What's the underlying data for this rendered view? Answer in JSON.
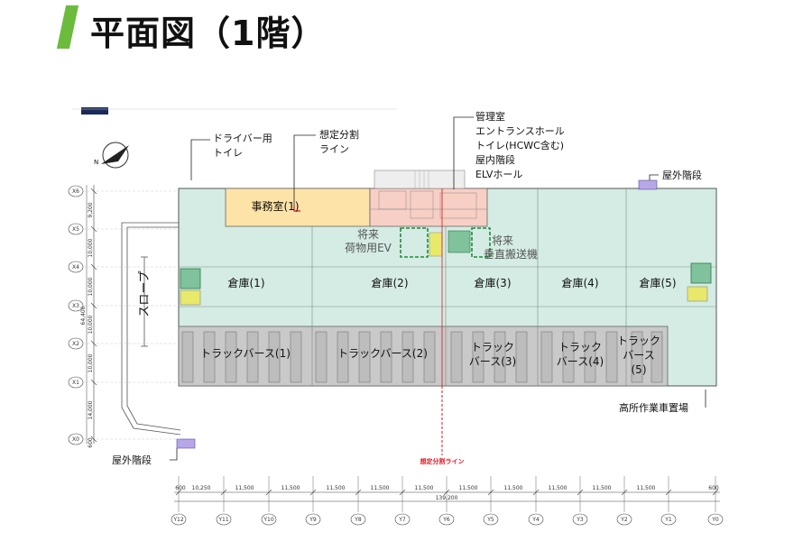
{
  "title": "平面図（1階）",
  "labels": {
    "driver_toilet": [
      "ドライバー用",
      "トイレ"
    ],
    "split_line_callout": [
      "想定分割",
      "ライン"
    ],
    "core_callout": [
      "管理室",
      "エントランスホール",
      "トイレ(HCWC含む)",
      "屋内階段",
      "ELVホール"
    ],
    "outdoor_stair_ne": "屋外階段",
    "outdoor_stair_sw": "屋外階段",
    "aerial_vehicle": "高所作業車置場",
    "office": "事務室(1)",
    "future_ev": [
      "将来",
      "荷物用EV"
    ],
    "future_conveyor": [
      "将来",
      "垂直搬送機"
    ],
    "slope": "スロープ",
    "split_line_bottom": "想定分割ライン",
    "north": "N"
  },
  "warehouses": [
    "倉庫(1)",
    "倉庫(2)",
    "倉庫(3)",
    "倉庫(4)",
    "倉庫(5)"
  ],
  "truck_berths": [
    [
      "トラックバース(1)"
    ],
    [
      "トラックバース(2)"
    ],
    [
      "トラック",
      "バース(3)"
    ],
    [
      "トラック",
      "バース(4)"
    ],
    [
      "トラック",
      "バース",
      "(5)"
    ]
  ],
  "x_axes": [
    "X6",
    "X5",
    "X4",
    "X3",
    "X2",
    "X1",
    "X0"
  ],
  "y_axes": [
    "Y12",
    "Y11",
    "Y10",
    "Y9",
    "Y8",
    "Y7",
    "Y6",
    "Y5",
    "Y4",
    "Y3",
    "Y2",
    "Y1",
    "Y0"
  ],
  "left_dims": [
    "9,200",
    "10,000",
    "10,000",
    "10,000",
    "10,000",
    "14,000",
    "600"
  ],
  "left_total": "64,400",
  "bottom_dims": [
    "600",
    "10,250",
    "11,500",
    "11,500",
    "11,500",
    "11,500",
    "11,500",
    "11,500",
    "11,500",
    "11,500",
    "11,500",
    "11,500",
    "600"
  ],
  "bottom_total": "139,200",
  "colors": {
    "accent_green": "#6cbb3c",
    "warehouse": "#d4ece3",
    "berth": "#c9c9c9",
    "office": "#fde3a7",
    "core": "#f7cfc4",
    "split_line": "#e0141e"
  }
}
